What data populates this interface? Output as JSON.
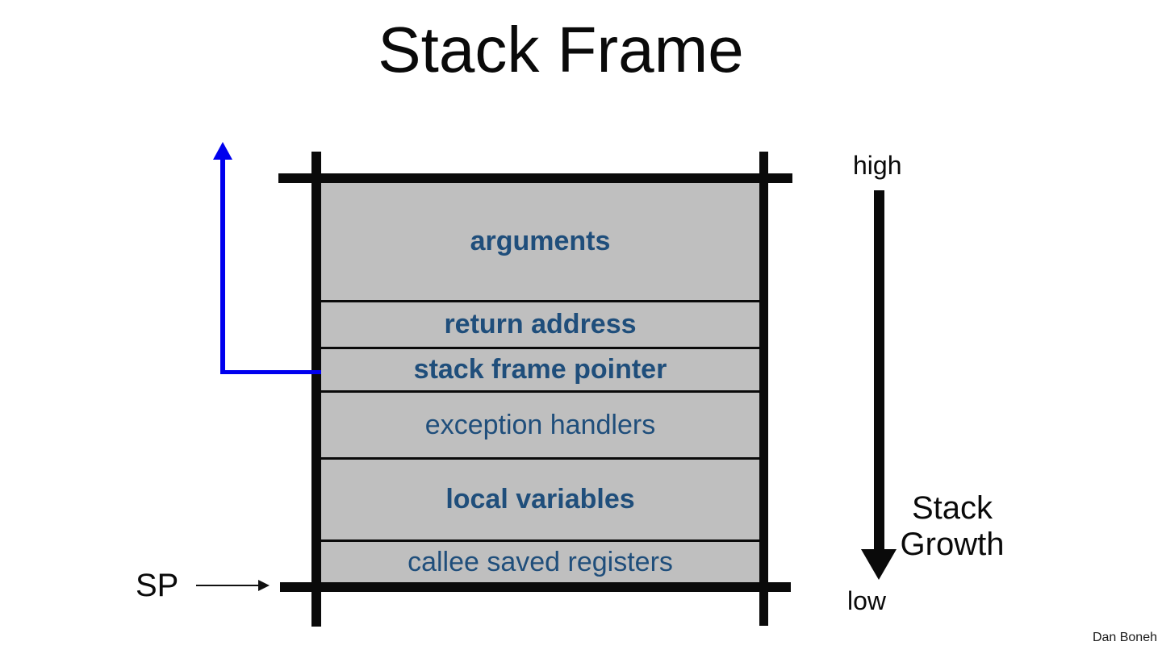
{
  "slide": {
    "title": "Stack Frame",
    "attribution": "Dan Boneh"
  },
  "stack": {
    "rows": [
      {
        "label": "arguments",
        "weight": "bold"
      },
      {
        "label": "return address",
        "weight": "bold"
      },
      {
        "label": "stack frame pointer",
        "weight": "bold"
      },
      {
        "label": "exception handlers",
        "weight": "regular"
      },
      {
        "label": "local variables",
        "weight": "bold"
      },
      {
        "label": "callee saved registers",
        "weight": "regular"
      }
    ]
  },
  "labels": {
    "high": "high",
    "low": "low",
    "stack_growth_line1": "Stack",
    "stack_growth_line2": "Growth",
    "sp": "SP"
  },
  "icons": {
    "frame_pointer_arrow": "up-arrow-icon",
    "stack_growth_arrow": "down-arrow-icon",
    "sp_pointer": "right-arrow-icon"
  },
  "colors": {
    "row_fill": "#bfbfbf",
    "row_text": "#1f4e7b",
    "frame_bar": "#0a0a0a",
    "pointer_blue": "#0000ee",
    "background": "#ffffff"
  }
}
